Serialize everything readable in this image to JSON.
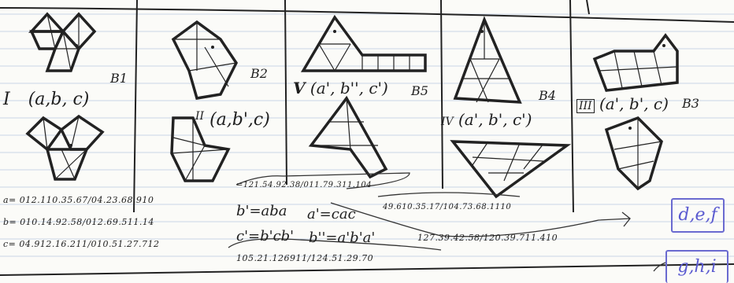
{
  "panels": [
    {
      "roman": "I",
      "triple": "(a,b, c)",
      "block": "B1"
    },
    {
      "roman": "II",
      "triple": "(a,b',c)",
      "block": "B2"
    },
    {
      "roman": "V",
      "triple": "(a', b'', c')",
      "block": "B5"
    },
    {
      "roman": "IV",
      "triple": "(a', b', c')",
      "block": "B4"
    },
    {
      "roman": "III",
      "triple": "(a', b', c)",
      "block": "B3"
    }
  ],
  "formulas": {
    "a": "a= 012.110.35.67/04.23.68.910",
    "b": "b= 010.14.92.58/012.69.511.14",
    "c": "c= 04.912.16.211/010.51.27.712",
    "relation_b": "b'=aba",
    "relation_a": "a'=cac",
    "relation_c": "c'=b'cb'",
    "relation_b2": "b''=a'b'a'",
    "top_line": "=121.54.92.38/011.79.311.104",
    "line_a_prime": "49.610.35.17/104.73.68.1110",
    "line_b2": "127.39.42.58/120.39.711.410",
    "line_c_prime": "105.21.126911/124.51.29.70"
  },
  "boxes": {
    "def": "d,e,f",
    "ghi": "g,h,i"
  },
  "colors": {
    "ink": "#1e1e1e",
    "box": "#6a6ad0",
    "rule": "#c9d4e6"
  }
}
